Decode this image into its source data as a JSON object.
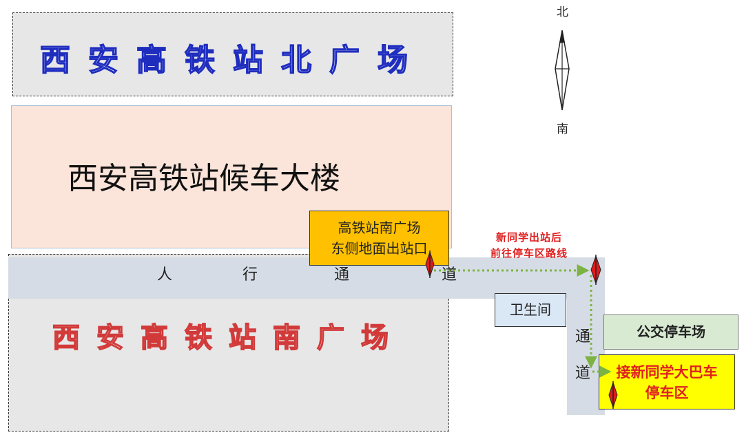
{
  "north_plaza": {
    "label": "西安高铁站北广场"
  },
  "waiting_building": {
    "label": "西安高铁站候车大楼"
  },
  "south_plaza": {
    "label": "西安高铁站南广场"
  },
  "exit": {
    "line1": "高铁站南广场",
    "line2": "东侧地面出站口"
  },
  "walkway_h": [
    "人",
    "行",
    "通",
    "道"
  ],
  "walkway_v": [
    "通",
    "道"
  ],
  "toilet": {
    "label": "卫生间"
  },
  "bus_parking": {
    "label": "公交停车场"
  },
  "shuttle": {
    "line1": "接新同学大巴车",
    "line2": "停车区"
  },
  "route": {
    "line1": "新同学出站后",
    "line2": "前往停车区路线",
    "color": "#7cb342"
  },
  "compass": {
    "north": "北",
    "south": "南"
  },
  "colors": {
    "marker_red": "#e01b1b",
    "north_title": "#1f2dbf",
    "south_title": "#d23a3a"
  }
}
